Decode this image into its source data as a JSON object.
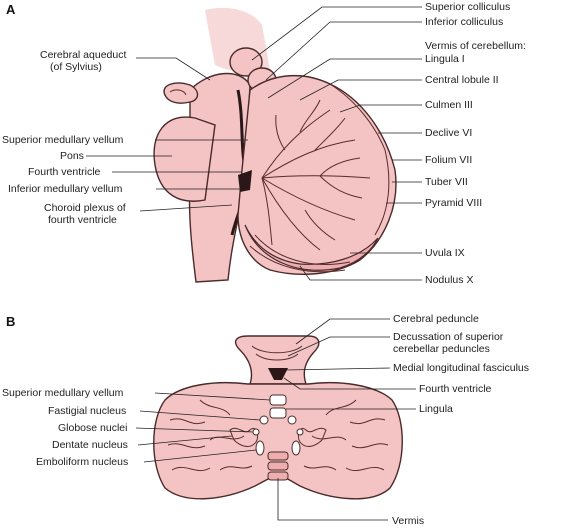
{
  "panels": {
    "a": "A",
    "b": "B"
  },
  "labels_a_left": {
    "cerebral_aqueduct_1": "Cerebral aqueduct",
    "cerebral_aqueduct_2": "(of Sylvius)",
    "superior_medullary_vellum": "Superior medullary vellum",
    "pons": "Pons",
    "fourth_ventricle": "Fourth ventricle",
    "inferior_medullary_vellum": "Inferior medullary vellum",
    "choroid_plexus_1": "Choroid plexus of",
    "choroid_plexus_2": "fourth ventricle"
  },
  "labels_a_right": {
    "superior_colliculus": "Superior colliculus",
    "inferior_colliculus": "Inferior colliculus",
    "vermis_heading": "Vermis of cerebellum:",
    "lingula": "Lingula I",
    "central_lobule": "Central lobule II",
    "culmen": "Culmen III",
    "declive": "Declive VI",
    "folium": "Folium VII",
    "tuber": "Tuber VII",
    "pyramid": "Pyramid VIII",
    "uvula": "Uvula IX",
    "nodulus": "Nodulus X"
  },
  "labels_b_left": {
    "superior_medullary_vellum": "Superior medullary vellum",
    "fastigial_nucleus": "Fastigial nucleus",
    "globose_nuclei": "Globose nuclei",
    "dentate_nucleus": "Dentate nucleus",
    "emboliform_nucleus": "Emboliform nucleus"
  },
  "labels_b_right": {
    "cerebral_peduncle": "Cerebral peduncle",
    "decussation_1": "Decussation of superior",
    "decussation_2": "cerebellar peduncles",
    "medial_longitudinal_fasciculus": "Medial longitudinal fasciculus",
    "fourth_ventricle": "Fourth ventricle",
    "lingula": "Lingula"
  },
  "labels_b_bottom": {
    "vermis": "Vermis"
  }
}
